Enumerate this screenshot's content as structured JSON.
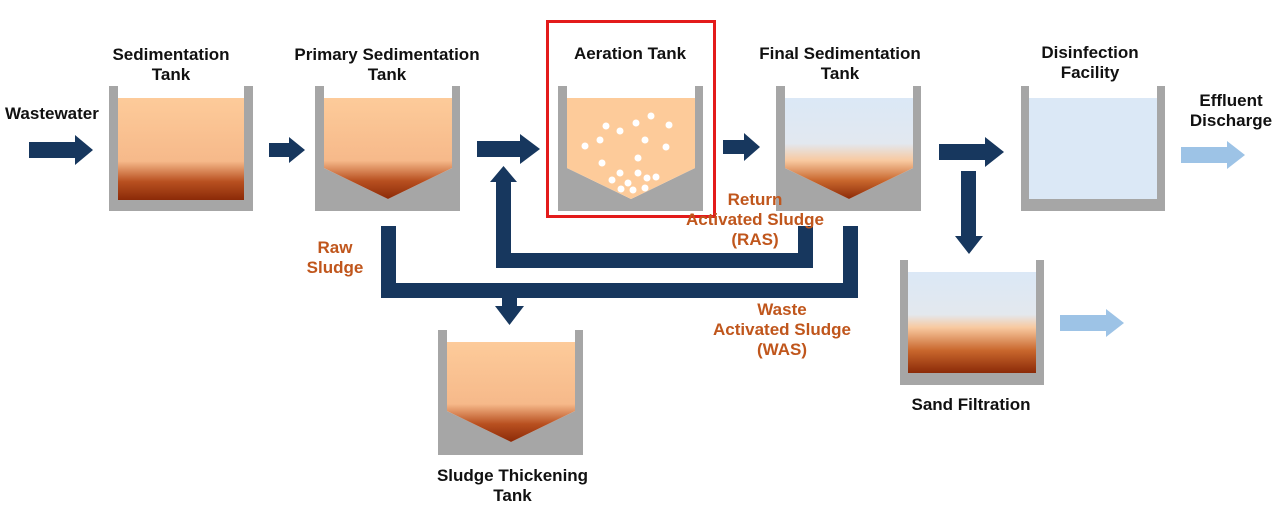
{
  "colors": {
    "tank_wall": "#a6a6a6",
    "arrow_dark": "#17375e",
    "arrow_light": "#9dc3e6",
    "sludge_light": "#fdcb9a",
    "sludge_dark": "#8b2a08",
    "water_light": "#dbe8f6",
    "highlight": "#e31b1b",
    "label_orange": "#c0561c"
  },
  "labels": {
    "wastewater": "Wastewater",
    "sedimentation_tank": [
      "Sedimentation",
      "Tank"
    ],
    "primary_sedimentation_tank": [
      "Primary Sedimentation",
      "Tank"
    ],
    "aeration_tank": "Aeration Tank",
    "final_sedimentation_tank": [
      "Final Sedimentation",
      "Tank"
    ],
    "disinfection_facility": [
      "Disinfection",
      "Facility"
    ],
    "effluent_discharge": [
      "Effluent",
      "Discharge"
    ],
    "raw_sludge": [
      "Raw",
      "Sludge"
    ],
    "return_activated_sludge": [
      "Return",
      "Activated Sludge",
      "(RAS)"
    ],
    "waste_activated_sludge": [
      "Waste",
      "Activated Sludge",
      "(WAS)"
    ],
    "sludge_thickening_tank": [
      "Sludge Thickening",
      "Tank"
    ],
    "sand_filtration": "Sand Filtration"
  }
}
